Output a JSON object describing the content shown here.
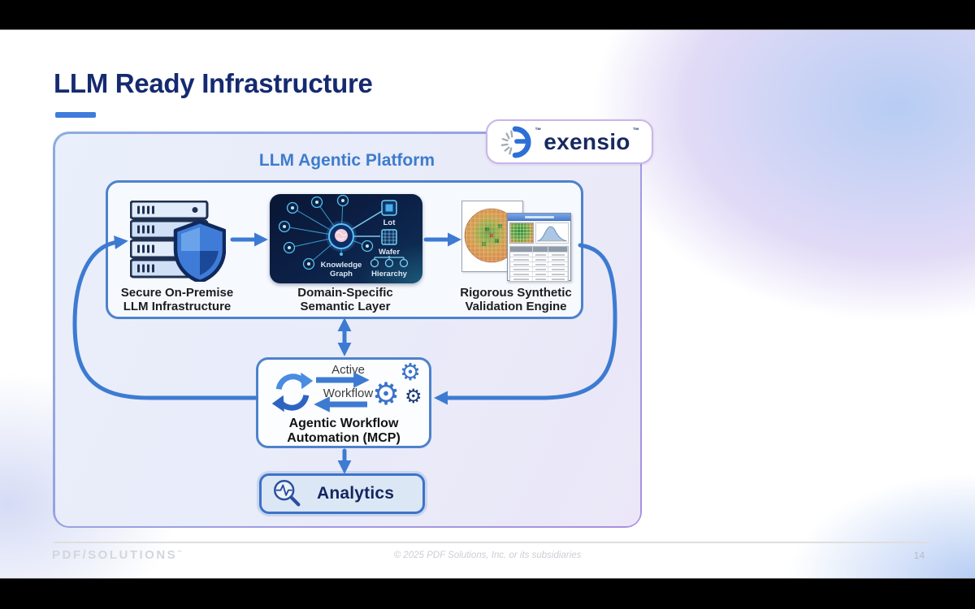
{
  "slide": {
    "title": "LLM Ready Infrastructure",
    "page_number": "14",
    "footer": {
      "logo_text": "PDF/SOLUTIONS",
      "logo_tm": "™",
      "copyright": "© 2025 PDF Solutions, Inc. or its subsidiaries"
    }
  },
  "platform": {
    "label": "LLM Agentic Platform",
    "brand": {
      "name": "exensio",
      "tm": "™"
    }
  },
  "pipeline": {
    "items": [
      {
        "label_line1": "Secure On-Premise",
        "label_line2": "LLM Infrastructure"
      },
      {
        "label_line1": "Domain-Specific",
        "label_line2": "Semantic Layer"
      },
      {
        "label_line1": "Rigorous Synthetic",
        "label_line2": "Validation Engine"
      }
    ],
    "semantic_graph": {
      "knowledge_line1": "Knowledge",
      "knowledge_line2": "Graph",
      "lot": "Lot",
      "wafer": "Wafer",
      "hierarchy": "Hierarchy"
    }
  },
  "workflow": {
    "active_label": "Active",
    "workflow_label": "Workflow",
    "label_line1": "Agentic Workflow",
    "label_line2": "Automation (MCP)"
  },
  "analytics": {
    "label": "Analytics"
  },
  "colors": {
    "title_navy": "#152a70",
    "accent_blue": "#3d7bd2",
    "platform_label_blue": "#3d7ccc",
    "box_border_blue": "#4d82cc",
    "container_border_top": "#8cabdf",
    "container_border_bottom": "#a98fe0",
    "analytics_fill": "#dce7f6",
    "brand_navy": "#17295f",
    "letterbox": "#000000"
  }
}
